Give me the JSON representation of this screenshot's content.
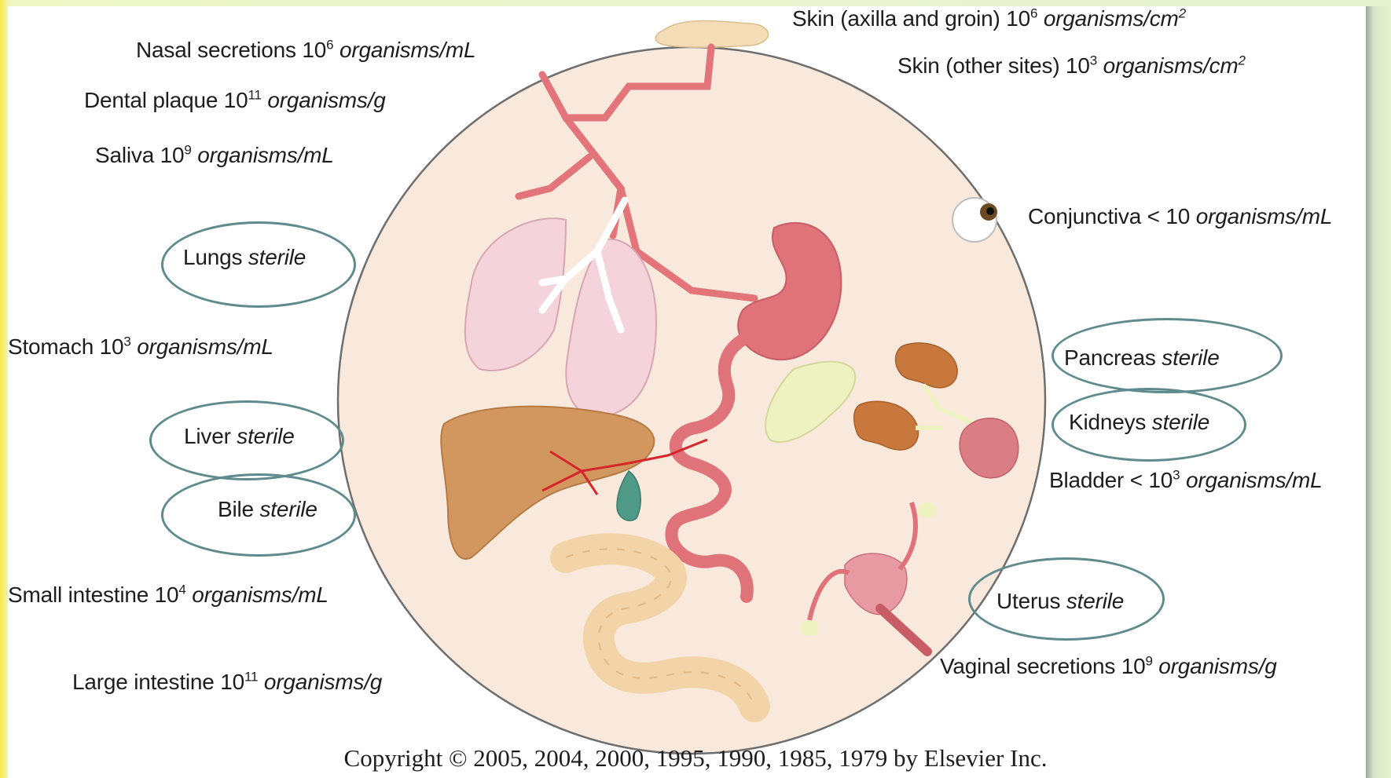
{
  "labels": {
    "skin_axilla": {
      "name": "Skin (axilla and groin) 10",
      "exp": "6",
      "unit": " organisms/cm",
      "unit_sup": "2"
    },
    "skin_other": {
      "name": "Skin (other sites) 10",
      "exp": "3",
      "unit": " organisms/cm",
      "unit_sup": "2"
    },
    "nasal": {
      "name": "Nasal secretions 10",
      "exp": "6",
      "unit": " organisms/mL"
    },
    "dental": {
      "name": "Dental plaque 10",
      "exp": "11",
      "unit": " organisms/g"
    },
    "saliva": {
      "name": "Saliva 10",
      "exp": "9",
      "unit": " organisms/mL"
    },
    "conjunctiva": {
      "name": "Conjunctiva < 10",
      "unit": " organisms/mL"
    },
    "lungs": {
      "name": "Lungs",
      "unit": " sterile"
    },
    "stomach": {
      "name": "Stomach 10",
      "exp": "3",
      "unit": " organisms/mL"
    },
    "pancreas": {
      "name": "Pancreas",
      "unit": " sterile"
    },
    "kidneys": {
      "name": "Kidneys",
      "unit": " sterile"
    },
    "liver": {
      "name": "Liver",
      "unit": " sterile"
    },
    "bladder": {
      "name": "Bladder < 10",
      "exp": "3",
      "unit": " organisms/mL"
    },
    "bile": {
      "name": "Bile",
      "unit": " sterile"
    },
    "small_intestine": {
      "name": "Small intestine 10",
      "exp": "4",
      "unit": " organisms/mL"
    },
    "uterus": {
      "name": "Uterus",
      "unit": " sterile"
    },
    "vaginal": {
      "name": "Vaginal secretions 10",
      "exp": "9",
      "unit": " organisms/g"
    },
    "large_intestine": {
      "name": "Large intestine 10",
      "exp": "11",
      "unit": " organisms/g"
    }
  },
  "copyright": "Copyright © 2005, 2004, 2000, 1995, 1990, 1985, 1979 by Elsevier Inc.",
  "colors": {
    "circle_fill": "#f8e9dc",
    "oval_stroke": "#5f8b8c",
    "vessel": "#e2747a",
    "lung": "#f5d3da",
    "liver": "#d2975e",
    "kidney": "#c8783c",
    "pancreas": "#eef2c0",
    "colon": "#f2d4a8",
    "gallbladder": "#4f9a86"
  }
}
